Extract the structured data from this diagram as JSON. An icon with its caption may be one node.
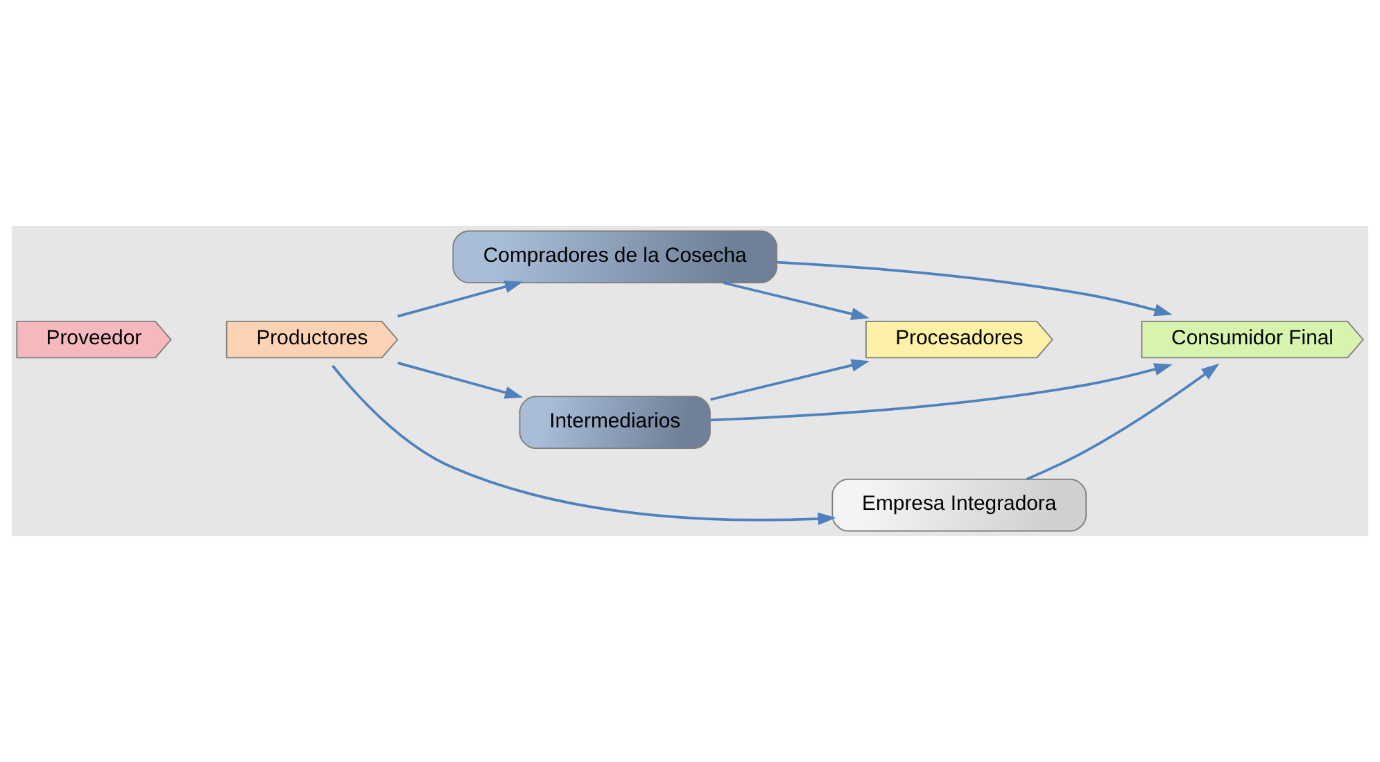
{
  "diagram": {
    "nodes": [
      {
        "text": [
          "Compradores de la Cosecha"
        ]
      },
      {
        "text": [
          "Intermediarios"
        ]
      },
      {
        "text": [
          "Proveedor"
        ]
      },
      {
        "text": [
          "Productores"
        ]
      },
      {
        "text": [
          "Procesadores"
        ]
      },
      {
        "text": [
          "Consumidor Final"
        ]
      },
      {
        "text": [
          "Empresa Integradora"
        ]
      }
    ],
    "edges": [
      {
        "from": 3,
        "to": 0,
        "arrow": "to"
      },
      {
        "from": 3,
        "to": 1,
        "arrow": "to"
      },
      {
        "from": 0,
        "to": 4,
        "arrow": "to"
      },
      {
        "from": 0,
        "to": 5,
        "arrow": "to"
      },
      {
        "from": 1,
        "to": 4,
        "arrow": "to"
      },
      {
        "from": 1,
        "to": 5,
        "arrow": "to"
      },
      {
        "from": 3,
        "to": 6,
        "arrow": "to"
      },
      {
        "from": 6,
        "to": 5,
        "arrow": "to"
      }
    ]
  }
}
